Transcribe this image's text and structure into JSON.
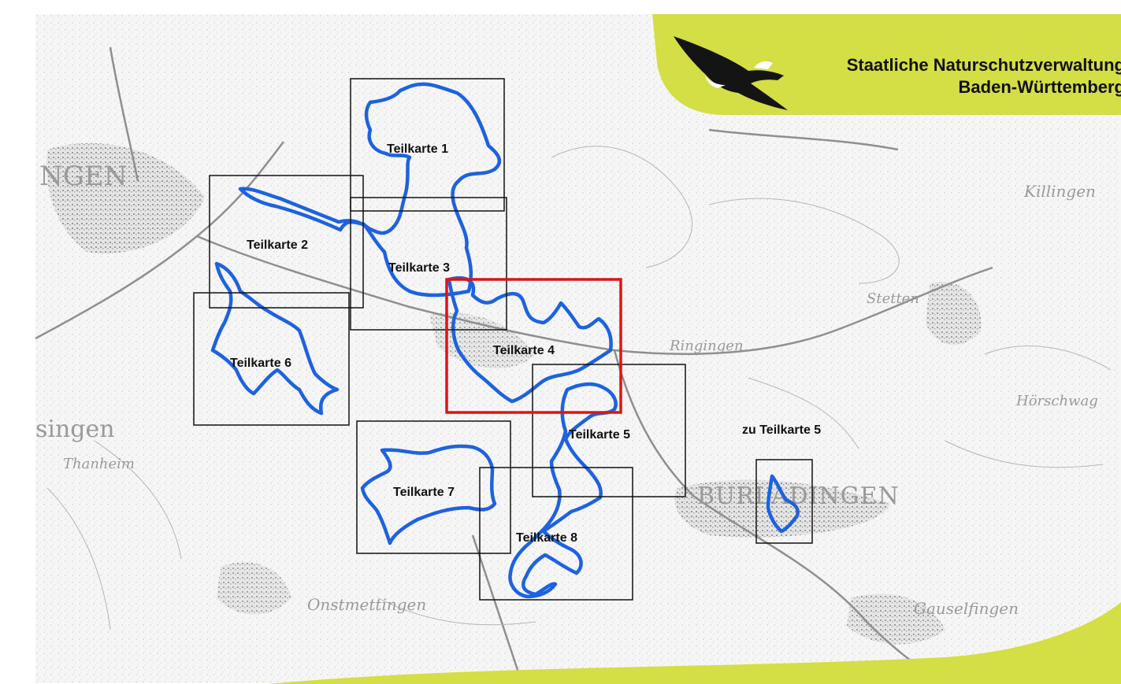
{
  "agency": {
    "line1": "Staatliche Naturschutzverwaltung",
    "line2": "Baden-Württemberg",
    "logo": "eagle-icon",
    "band_color": "#d4de45"
  },
  "colors": {
    "boundary": "#1d62e0",
    "selected_frame": "#e21212",
    "frame": "#111111"
  },
  "sheets": [
    {
      "id": "1",
      "label": "Teilkarte 1",
      "selected": false
    },
    {
      "id": "2",
      "label": "Teilkarte 2",
      "selected": false
    },
    {
      "id": "3",
      "label": "Teilkarte 3",
      "selected": false
    },
    {
      "id": "4",
      "label": "Teilkarte 4",
      "selected": true
    },
    {
      "id": "5",
      "label": "Teilkarte 5",
      "selected": false
    },
    {
      "id": "6",
      "label": "Teilkarte 6",
      "selected": false
    },
    {
      "id": "7",
      "label": "Teilkarte 7",
      "selected": false
    },
    {
      "id": "8",
      "label": "Teilkarte 8",
      "selected": false
    },
    {
      "id": "5b",
      "label": "zu Teilkarte 5",
      "selected": false
    }
  ],
  "places": {
    "p1": "NGEN",
    "p2": "singen",
    "p3": "BURLADINGEN",
    "p4": "Killingen",
    "p5": "Ringingen",
    "p6": "Stetten",
    "p7": "Hörschwag",
    "p8": "Gauselfingen",
    "p9": "Thanheim",
    "p10": "Onstmettingen"
  }
}
